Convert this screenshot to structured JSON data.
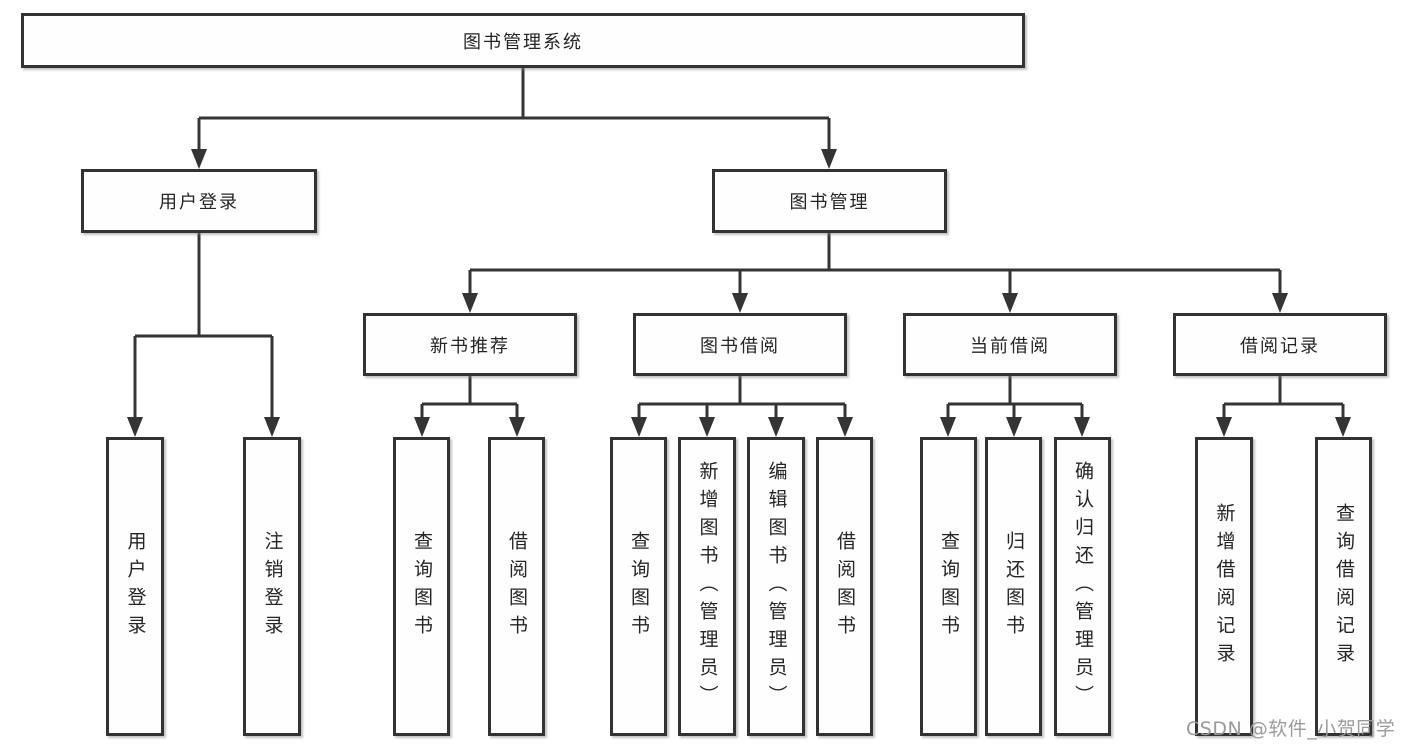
{
  "tree": {
    "root": {
      "label": "图书管理系统",
      "children": [
        {
          "label": "用户登录",
          "children": [
            {
              "label": "用户登录"
            },
            {
              "label": "注销登录"
            }
          ]
        },
        {
          "label": "图书管理",
          "children": [
            {
              "label": "新书推荐",
              "children": [
                {
                  "label": "查询图书"
                },
                {
                  "label": "借阅图书"
                }
              ]
            },
            {
              "label": "图书借阅",
              "children": [
                {
                  "label": "查询图书"
                },
                {
                  "label": "新增图书（管理员）"
                },
                {
                  "label": "编辑图书（管理员）"
                },
                {
                  "label": "借阅图书"
                }
              ]
            },
            {
              "label": "当前借阅",
              "children": [
                {
                  "label": "查询图书"
                },
                {
                  "label": "归还图书"
                },
                {
                  "label": "确认归还（管理员）"
                }
              ]
            },
            {
              "label": "借阅记录",
              "children": [
                {
                  "label": "新增借阅记录"
                },
                {
                  "label": "查询借阅记录"
                }
              ]
            }
          ]
        }
      ]
    }
  },
  "watermark": {
    "text": "CSDN @软件_小贺同学",
    "color": "#9b9b9b"
  },
  "colors": {
    "line": "#343434",
    "box_border": "#333333",
    "background": "#ffffff",
    "text": "#252525"
  }
}
